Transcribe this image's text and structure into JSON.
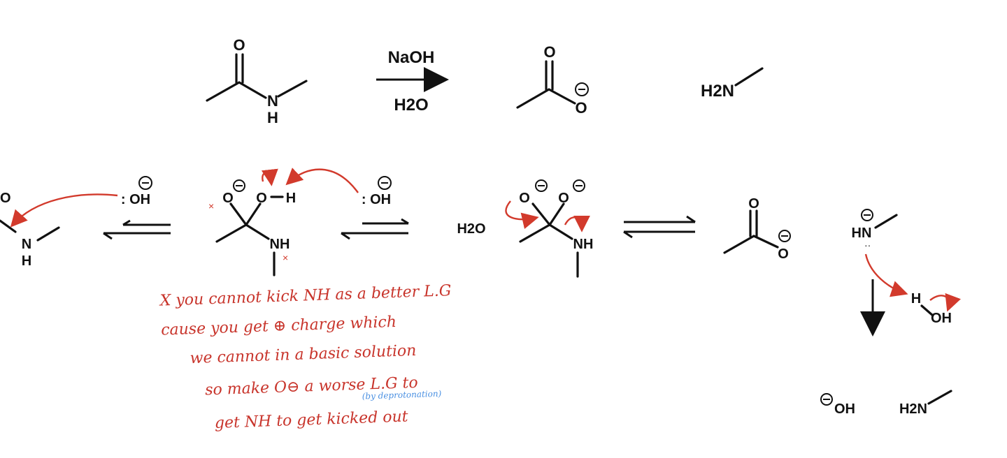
{
  "reaction": {
    "reagent_top": "NaOH",
    "reagent_bottom": "H2O",
    "product_amine": "H2N"
  },
  "labels": {
    "O": "O",
    "N": "N",
    "H": "H",
    "NH": "NH",
    "OH": "OH",
    "HN": "HN",
    "OH_ion": ": OH",
    "water": "H2O",
    "OH_bottom": "OH"
  },
  "notes": {
    "line1": "X you cannot kick NH as a better L.G",
    "line2": "cause you get ⊕ charge which",
    "line3": "we cannot in a basic solution",
    "line4": "so make O⊖ a worse L.G to",
    "line5": "get NH to get kicked out",
    "blue_note": "(by deprotonation)"
  },
  "colors": {
    "ink": "#111111",
    "annotation_red": "#d23a2c",
    "annotation_blue": "#4a90e2"
  }
}
